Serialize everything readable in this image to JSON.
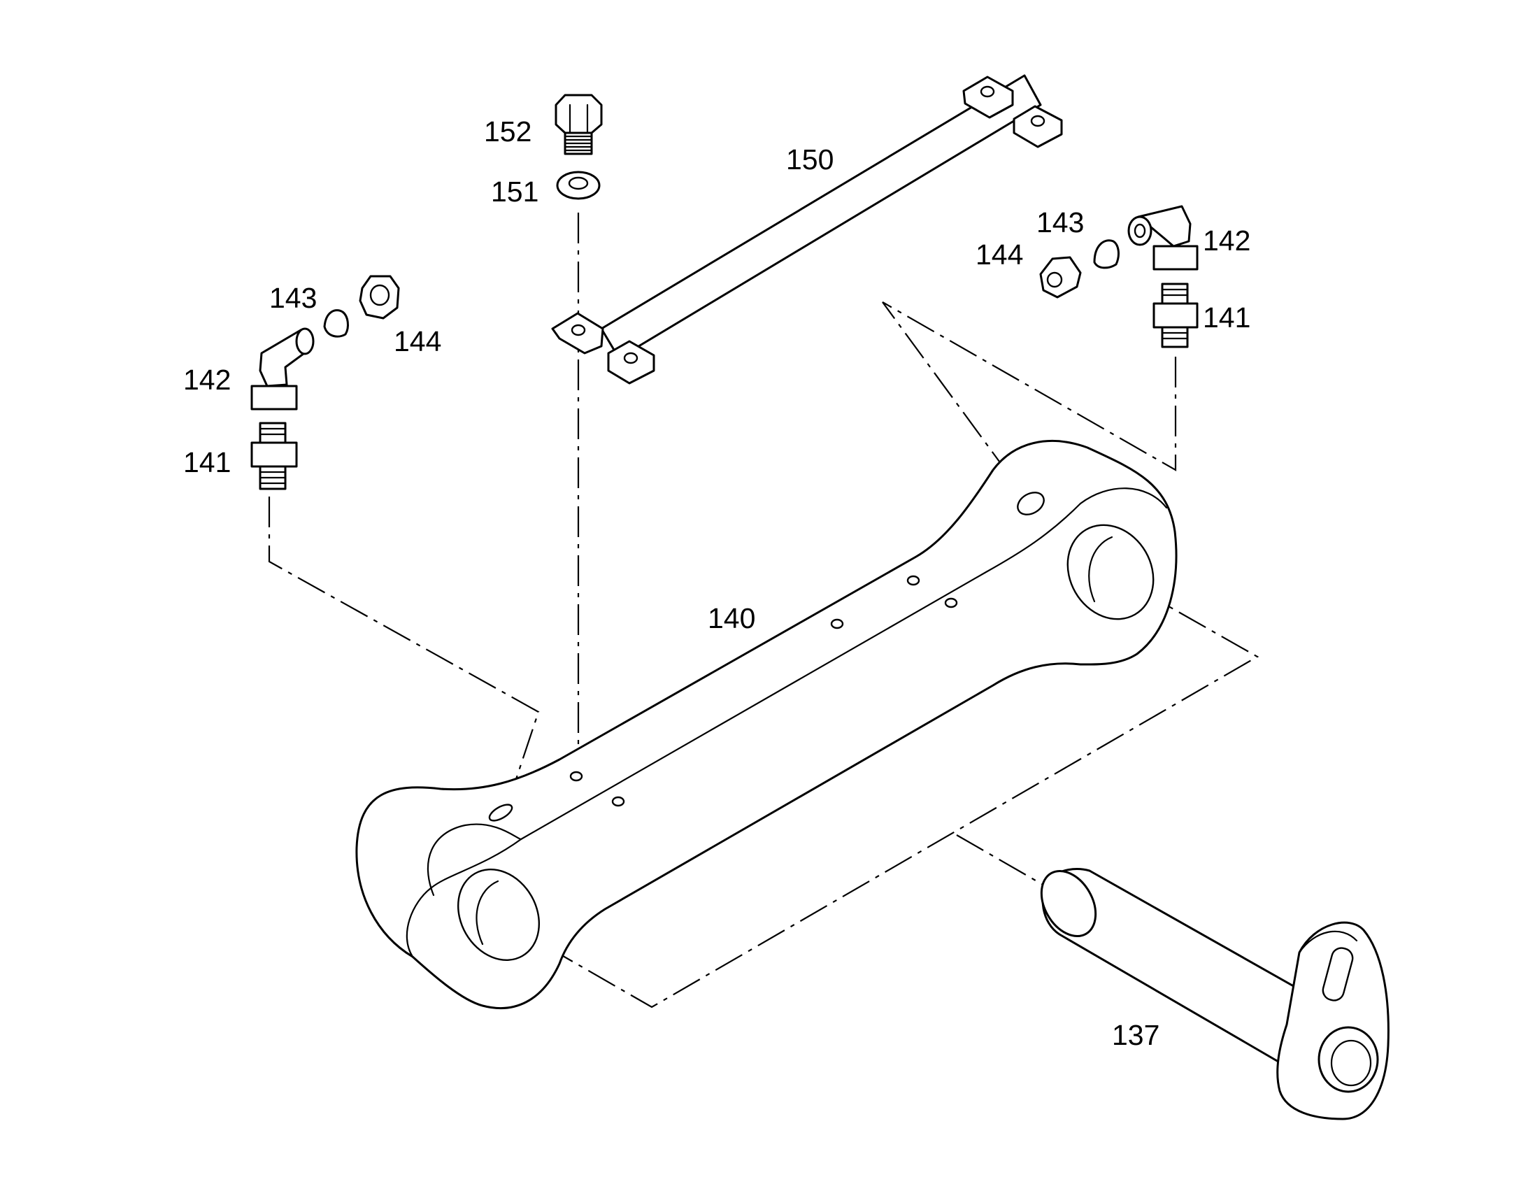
{
  "diagram": {
    "callouts": [
      {
        "id": "c152",
        "text": "152"
      },
      {
        "id": "c151",
        "text": "151"
      },
      {
        "id": "c150",
        "text": "150"
      },
      {
        "id": "c143-right",
        "text": "143"
      },
      {
        "id": "c142-right",
        "text": "142"
      },
      {
        "id": "c144-right",
        "text": "144"
      },
      {
        "id": "c141-right",
        "text": "141"
      },
      {
        "id": "c143-left",
        "text": "143"
      },
      {
        "id": "c144-left",
        "text": "144"
      },
      {
        "id": "c142-left",
        "text": "142"
      },
      {
        "id": "c141-left",
        "text": "141"
      },
      {
        "id": "c140",
        "text": "140"
      },
      {
        "id": "c137",
        "text": "137"
      }
    ],
    "colors": {
      "line": "#000000",
      "background": "#ffffff"
    }
  }
}
